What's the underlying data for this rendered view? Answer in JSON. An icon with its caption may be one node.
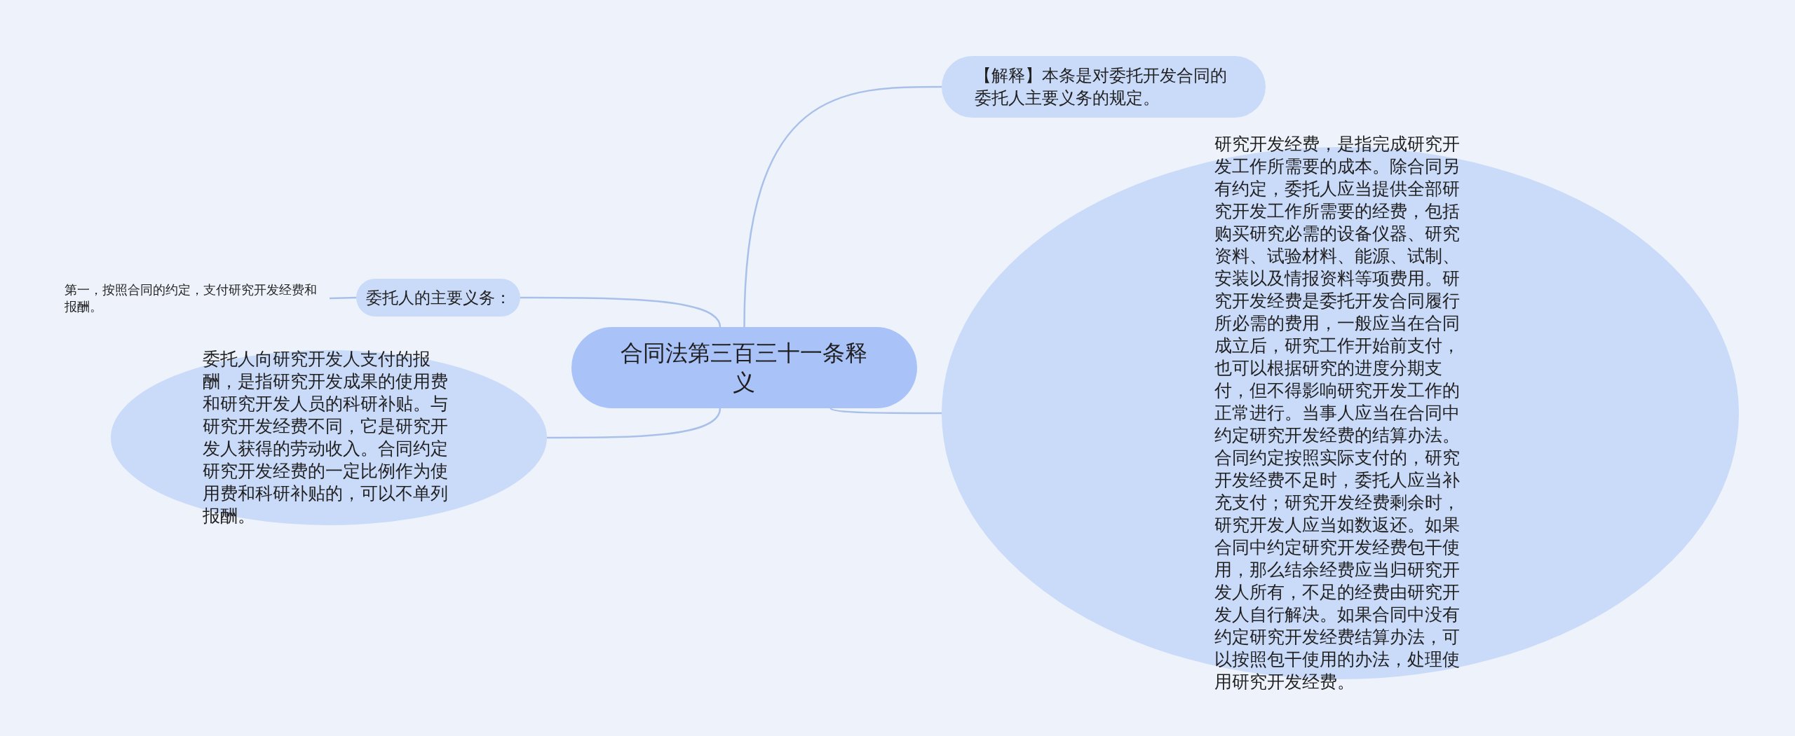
{
  "diagram": {
    "nodes": [
      {
        "text": [
          "合同法第三百三十一条释义"
        ]
      },
      {
        "text": [
          "【解释】本条是对委托开发合同的委托人主要义务的规定。"
        ]
      },
      {
        "text": [
          "研究开发经费，是指完成研究开发工作所需要的成本。除合同另有约定，委托人应当提供全部研究开发工作所需要的经费，包括购买研究必需的设备仪器、研究资料、试验材料、能源、试制、安装以及情报资料等项费用。研究开发经费是委托开发合同履行所必需的费用，一般应当在合同成立后，研究工作开始前支付，也可以根据研究的进度分期支付，但不得影响研究开发工作的正常进行。当事人应当在合同中约定研究开发经费的结算办法。合同约定按照实际支付的，研究开发经费不足时，委托人应当补充支付；研究开发经费剩余时，研究开发人应当如数返还。如果合同中约定研究开发经费包干使用，那么结余经费应当归研究开发人所有，不足的经费由研究开发人自行解决。如果合同中没有约定研究开发经费结算办法，可以按照包干使用的办法，处理使用研究开发经费。"
        ]
      },
      {
        "text": [
          "委托人的主要义务："
        ]
      },
      {
        "text": [
          "第一，按照合同的约定，支付研究开发经费和报酬。"
        ]
      },
      {
        "text": [
          "委托人向研究开发人支付的报酬，是指研究开发成果的使用费和研究开发人员的科研补贴。与研究开发经费不同，它是研究开发人获得的劳动收入。合同约定研究开发经费的一定比例作为使用费和科研补贴的，可以不单列报酬。"
        ]
      }
    ],
    "edges": [
      {
        "from": 0,
        "to": 1,
        "arrow": "none"
      },
      {
        "from": 0,
        "to": 2,
        "arrow": "none"
      },
      {
        "from": 0,
        "to": 3,
        "arrow": "none"
      },
      {
        "from": 0,
        "to": 5,
        "arrow": "none"
      },
      {
        "from": 3,
        "to": 4,
        "arrow": "none"
      }
    ]
  }
}
